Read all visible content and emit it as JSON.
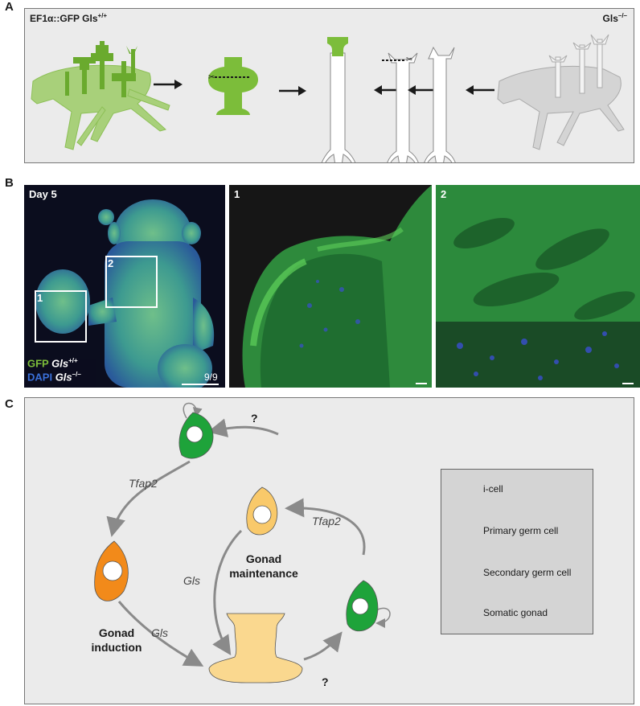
{
  "panel_labels": {
    "a": "A",
    "b": "B",
    "c": "C"
  },
  "panel_a": {
    "left_genotype": "EF1α::GFP Gls",
    "left_genotype_sup": "+/+",
    "right_genotype": "Gls",
    "right_genotype_sup": "–/–"
  },
  "panel_b": {
    "day_label": "Day 5",
    "inset_1": "1",
    "inset_2": "2",
    "count": "9/9",
    "legend_gfp_channel": "GFP",
    "legend_gfp_genotype": "Gls",
    "legend_gfp_sup": "+/+",
    "legend_dapi_channel": "DAPI",
    "legend_dapi_genotype": "Gls",
    "legend_dapi_sup": "–/–",
    "zoom_1": "1",
    "zoom_2": "2"
  },
  "panel_c": {
    "q_top": "?",
    "q_bottom": "?",
    "tfap2_left": "Tfap2",
    "tfap2_right": "Tfap2",
    "gls_center": "Gls",
    "gls_bottom": "Gls",
    "gonad_maintenance_l1": "Gonad",
    "gonad_maintenance_l2": "maintenance",
    "gonad_induction_l1": "Gonad",
    "gonad_induction_l2": "induction",
    "legend": [
      {
        "label": "i-cell",
        "color": "#1ea33a"
      },
      {
        "label": "Primary germ cell",
        "color": "#f28a1a"
      },
      {
        "label": "Secondary germ cell",
        "color": "#f9c96a"
      },
      {
        "label": "Somatic gonad",
        "color": "#fad88f"
      }
    ]
  },
  "colors": {
    "gfp_green": "#7cbd3a",
    "icell_green": "#1ea33a",
    "primary_orange": "#f28a1a",
    "secondary_yellow": "#f9c96a",
    "gonad_yellow": "#fad88f",
    "arrow_gray": "#8a8a8a"
  }
}
